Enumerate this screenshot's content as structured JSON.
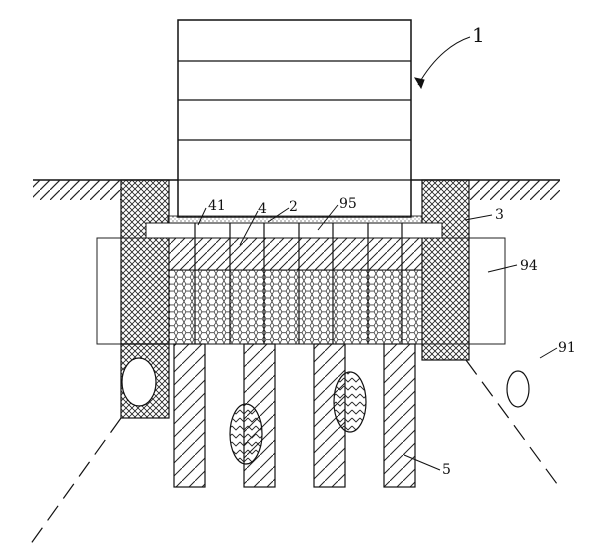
{
  "figure": {
    "labels": {
      "building": "1",
      "cushion": "2",
      "wall": "3",
      "raft": "4",
      "raft_sub": "41",
      "pile": "5",
      "zone_outer": "91",
      "reinforced_zone": "94",
      "gravel_layer": "95"
    }
  }
}
